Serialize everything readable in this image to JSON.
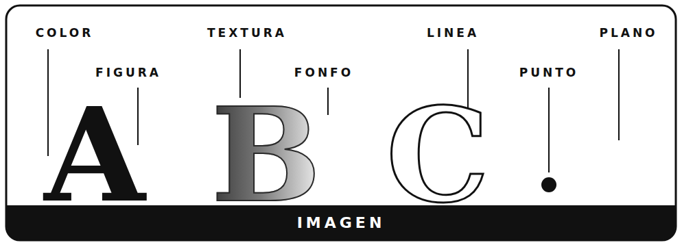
{
  "diagram": {
    "nodes": [
      {
        "text": [
          "IMAGEN"
        ]
      }
    ],
    "labels": [
      "COLOR",
      "FIGURA",
      "TEXTURA",
      "FONFO",
      "LINEA",
      "PUNTO",
      "PLANO",
      "A",
      "B",
      "C"
    ]
  }
}
